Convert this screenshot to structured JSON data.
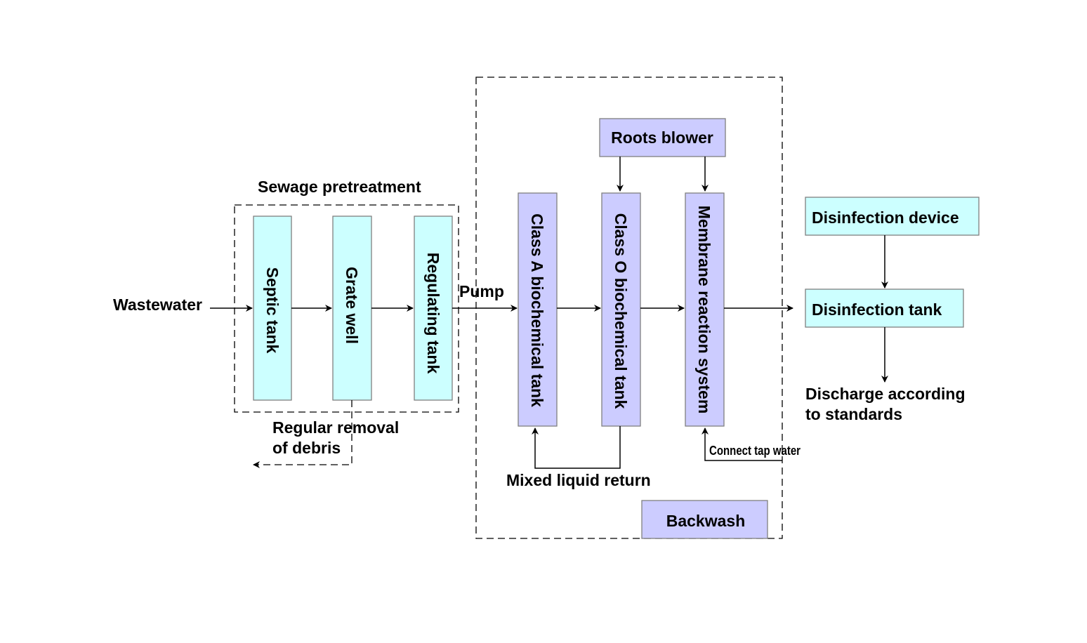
{
  "labels": {
    "wastewater": "Wastewater",
    "pretreatment": "Sewage pretreatment",
    "pump": "Pump",
    "regular_removal_line1": "Regular removal",
    "regular_removal_line2": "of debris",
    "mixed_return": "Mixed liquid return",
    "tap_water": "Connect tap water",
    "discharge_line1": "Discharge according",
    "discharge_line2": "to standards"
  },
  "boxes": {
    "septic": "Septic tank",
    "grate": "Grate well",
    "regulating": "Regulating tank",
    "class_a": "Class A biochemical tank",
    "class_o": "Class O biochemical tank",
    "membrane": "Membrane reaction system",
    "roots": "Roots blower",
    "backwash": "Backwash",
    "disinfection_device": "Disinfection device",
    "disinfection_tank": "Disinfection tank"
  },
  "colors": {
    "pretreatment_fill": "#CCFFFF",
    "process_fill": "#CCCCFF",
    "border": "#808080"
  }
}
